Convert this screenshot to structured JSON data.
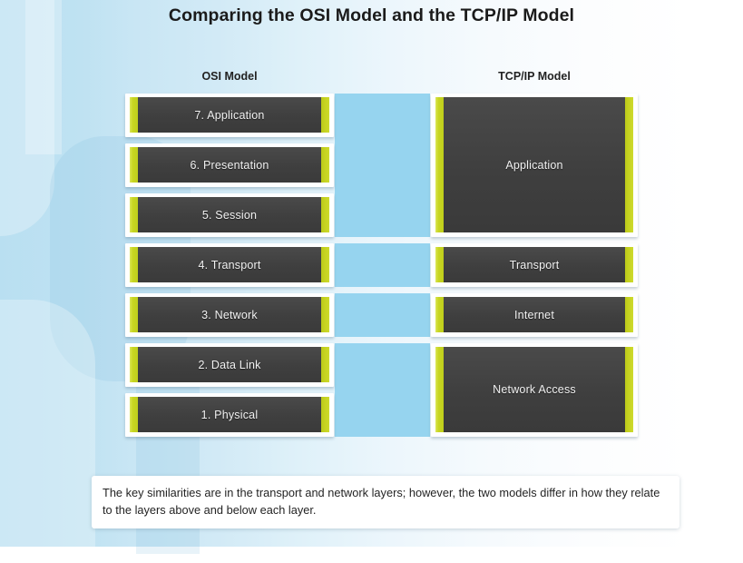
{
  "title": "Comparing the OSI Model and the TCP/IP Model",
  "columns": {
    "osi": {
      "heading": "OSI Model",
      "layers": [
        {
          "label": "7. Application"
        },
        {
          "label": "6. Presentation"
        },
        {
          "label": "5. Session"
        },
        {
          "label": "4. Transport"
        },
        {
          "label": "3. Network"
        },
        {
          "label": "2. Data Link"
        },
        {
          "label": "1. Physical"
        }
      ]
    },
    "tcpip": {
      "heading": "TCP/IP Model",
      "layers": [
        {
          "label": "Application",
          "spans": 3
        },
        {
          "label": "Transport",
          "spans": 1
        },
        {
          "label": "Internet",
          "spans": 1
        },
        {
          "label": "Network Access",
          "spans": 2
        }
      ]
    }
  },
  "caption": "The key similarities are in the transport and network layers; however, the two models differ in how they relate to the layers above and below each layer.",
  "colors": {
    "box_fill": "#424242",
    "box_accent": "#c5d220",
    "box_frame": "#ffffff",
    "band": "#96d4ef",
    "background_left": "#b9dff1",
    "background_right": "#ffffff",
    "title_text": "#1b1b1b",
    "layer_text": "#f2f2f2"
  }
}
